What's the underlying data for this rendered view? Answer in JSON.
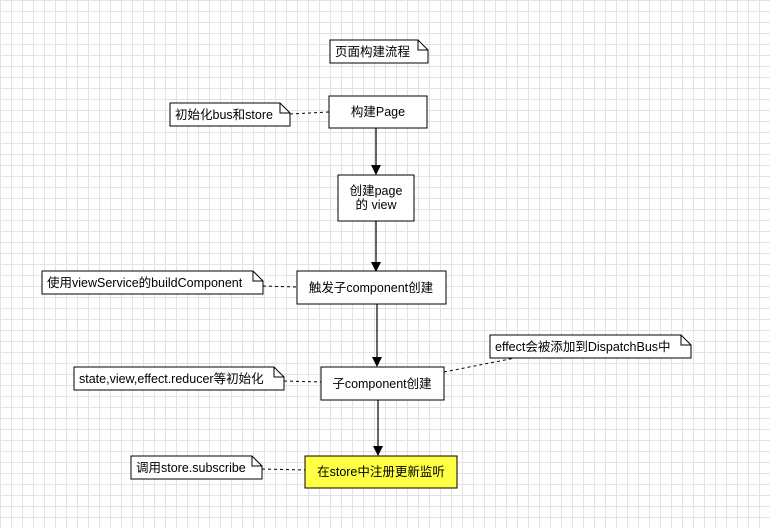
{
  "nodes": {
    "build_page": "构建Page",
    "create_view_line1": "创建page",
    "create_view_line2": "的 view",
    "trigger_child": "触发子component创建",
    "child_create": "子component创建",
    "register_listener": "在store中注册更新监听"
  },
  "notes": {
    "title": "页面构建流程",
    "init_bus_store": "初始化bus和store",
    "use_view_service": "使用viewService的buildComponent",
    "init_state": "state,view,effect.reducer等初始化",
    "effect_dispatch": "effect会被添加到DispatchBus中",
    "call_subscribe": "调用store.subscribe"
  },
  "colors": {
    "highlight_fill": "#ffff44",
    "box_fill": "#ffffff",
    "stroke": "#000000"
  }
}
